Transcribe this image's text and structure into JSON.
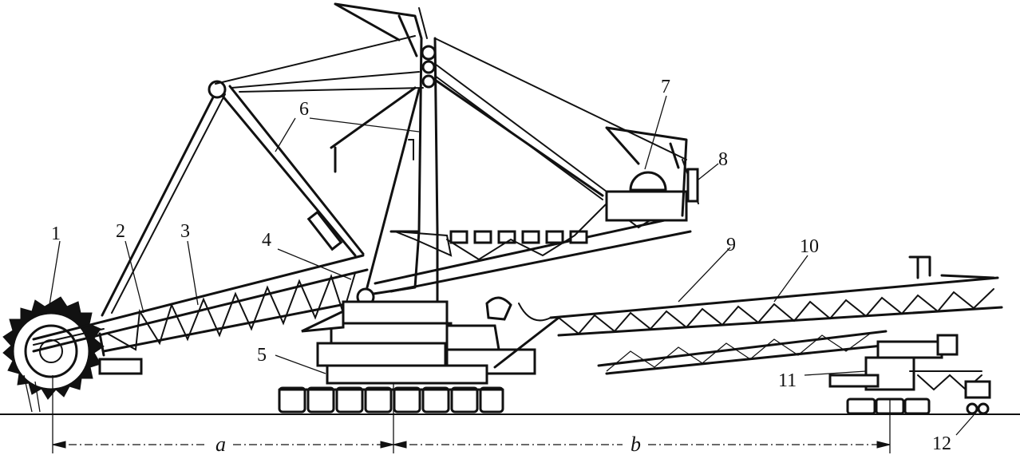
{
  "labels": {
    "n1": "1",
    "n2": "2",
    "n3": "3",
    "n4": "4",
    "n5": "5",
    "n6": "6",
    "n7": "7",
    "n8": "8",
    "n9": "9",
    "n10": "10",
    "n11": "11",
    "n12": "12"
  },
  "dimensions": {
    "a": "a",
    "b": "b"
  },
  "colors": {
    "ink": "#111111",
    "paper": "#ffffff"
  }
}
